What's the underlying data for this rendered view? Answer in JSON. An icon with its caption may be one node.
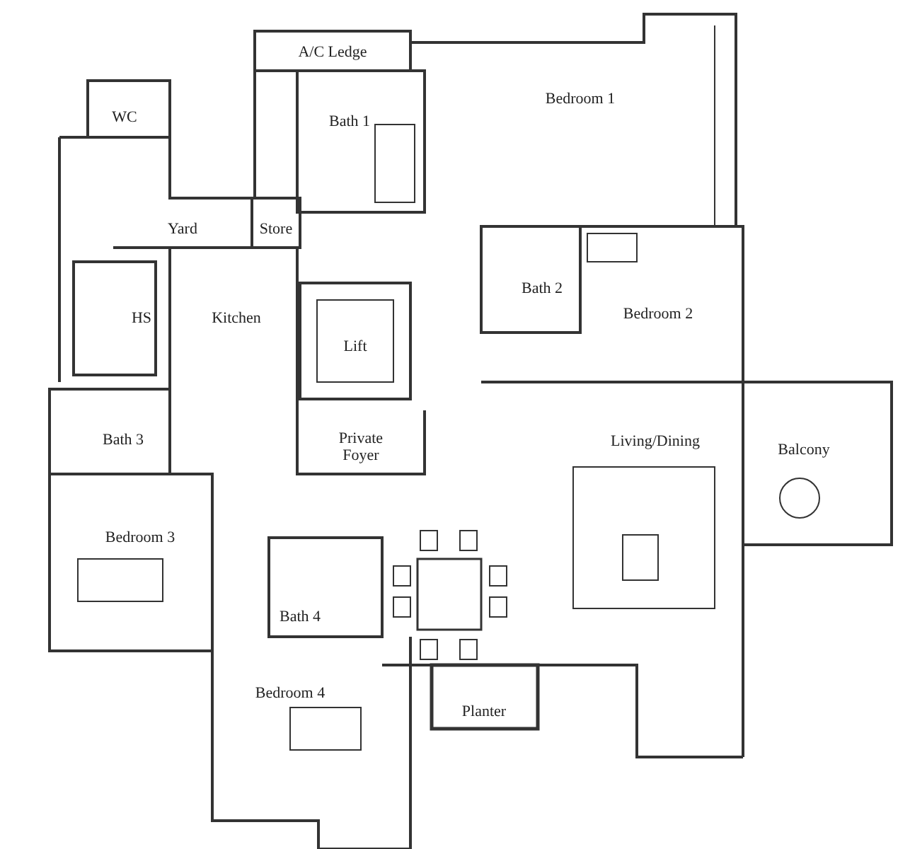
{
  "diagram": {
    "labels": [
      "A/C Ledge",
      "WC",
      "Bath 1",
      "Bedroom 1",
      "Yard",
      "Store",
      "HS",
      "Kitchen",
      "Lift",
      "Bath 2",
      "Bedroom 2",
      "Bath 3",
      "Private Foyer",
      "Living/Dining",
      "Balcony",
      "Bedroom 3",
      "Bath 4",
      "Bedroom 4",
      "Planter"
    ]
  }
}
